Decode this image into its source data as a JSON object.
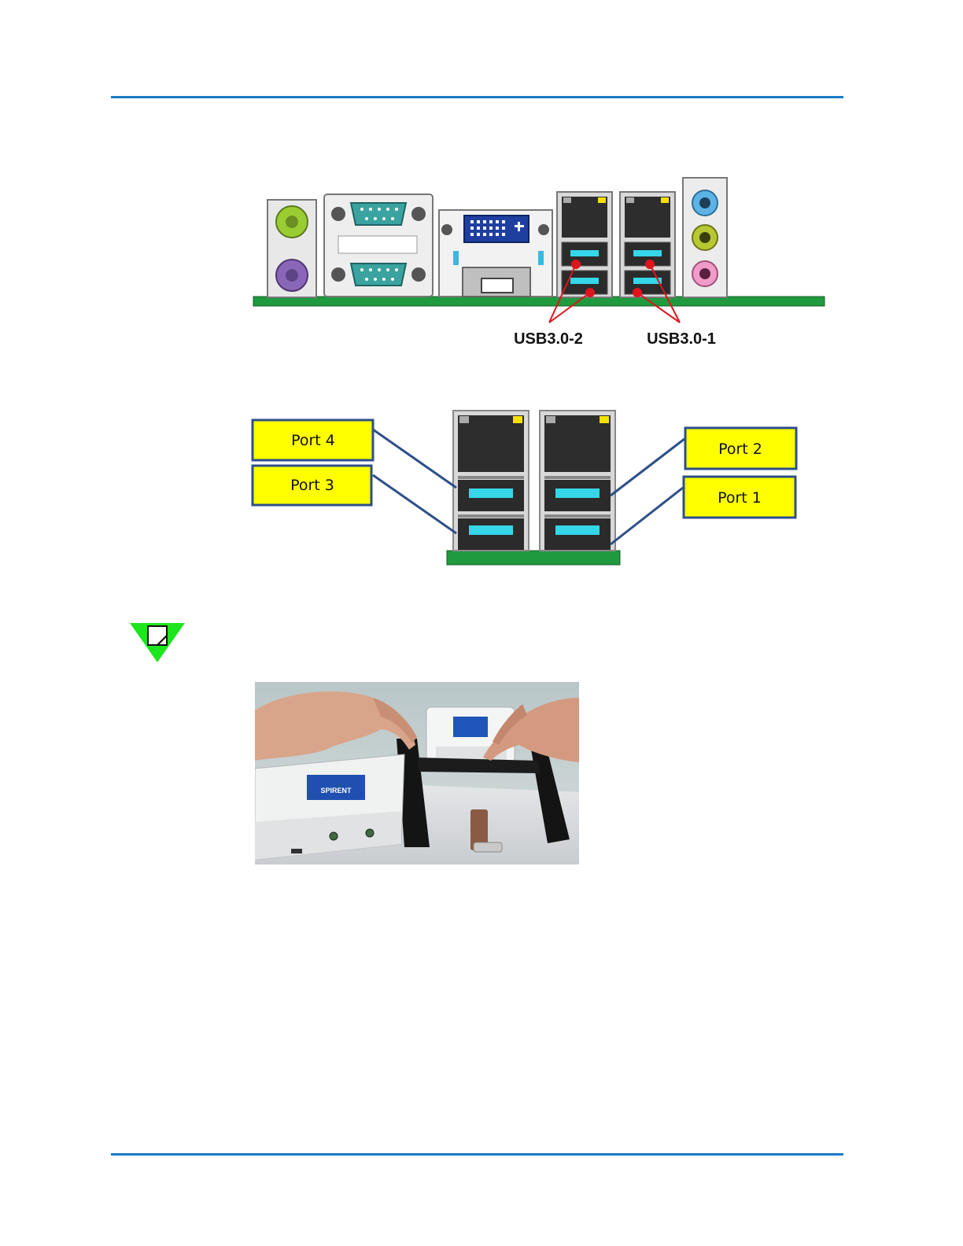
{
  "io_panel": {
    "labels": {
      "usb_group_2": "USB3.0-2",
      "usb_group_1": "USB3.0-1"
    }
  },
  "usb_ports": {
    "port4": "Port 4",
    "port3": "Port 3",
    "port2": "Port 2",
    "port1": "Port 1"
  },
  "note": {
    "icon": "note-icon"
  },
  "photo": {
    "logo_text": "SPIRENT"
  },
  "colors": {
    "rule": "#1a7cc6",
    "pcb": "#1f9a3e",
    "callout_fill": "#ffff00",
    "callout_border": "#2e4f8a",
    "usb_slot": "#35d6e8",
    "pointer": "#e0141c",
    "note_marker": "#1ee61e"
  }
}
